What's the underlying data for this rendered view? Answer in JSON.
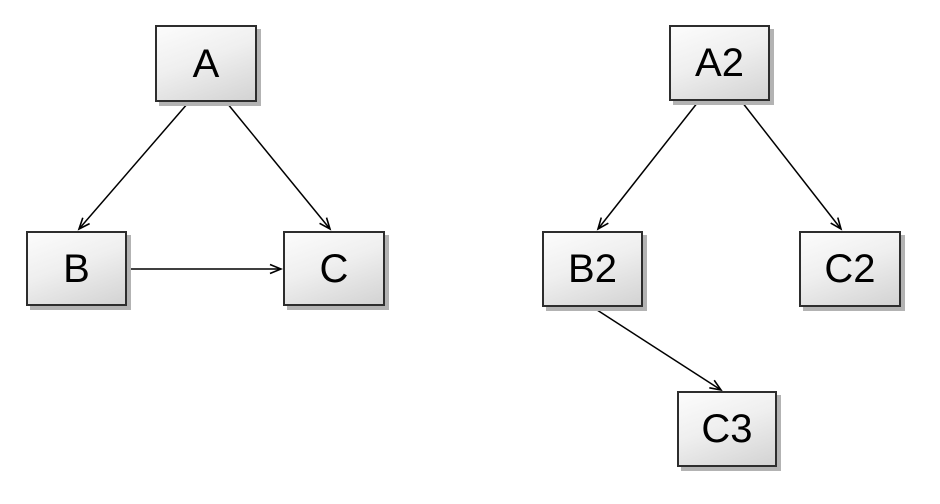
{
  "canvas": {
    "background": "#ffffff",
    "description": "Two directed graph diagrams drawn side by side"
  },
  "style": {
    "node_border_color": "#2d2d2d",
    "node_shadow_color": "#b3b3b3",
    "node_fill_top": "#fcfcfc",
    "node_fill_bottom": "#d3d3d3",
    "edge_color": "#000000",
    "label_color": "#000000"
  },
  "diagrams": {
    "left": {
      "nodes": [
        {
          "id": "A",
          "label": "A"
        },
        {
          "id": "B",
          "label": "B"
        },
        {
          "id": "C",
          "label": "C"
        }
      ],
      "edges": [
        {
          "from": "A",
          "to": "B"
        },
        {
          "from": "A",
          "to": "C"
        },
        {
          "from": "B",
          "to": "C"
        }
      ]
    },
    "right": {
      "nodes": [
        {
          "id": "A2",
          "label": "A2"
        },
        {
          "id": "B2",
          "label": "B2"
        },
        {
          "id": "C2",
          "label": "C2"
        },
        {
          "id": "C3",
          "label": "C3"
        }
      ],
      "edges": [
        {
          "from": "A2",
          "to": "B2"
        },
        {
          "from": "A2",
          "to": "C2"
        },
        {
          "from": "B2",
          "to": "C3"
        }
      ]
    }
  }
}
